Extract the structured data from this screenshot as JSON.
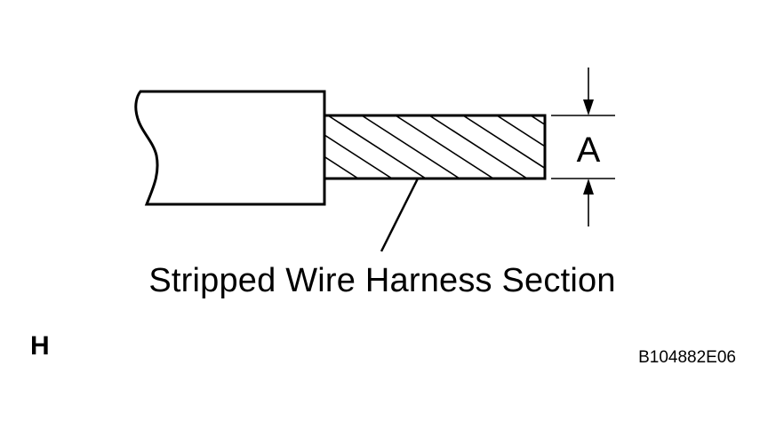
{
  "diagram": {
    "callout_label": "Stripped Wire Harness Section",
    "dimension_label": "A",
    "view_label": "H",
    "figure_code": "B104882E06",
    "line_color": "#000000",
    "background_color": "#ffffff"
  }
}
